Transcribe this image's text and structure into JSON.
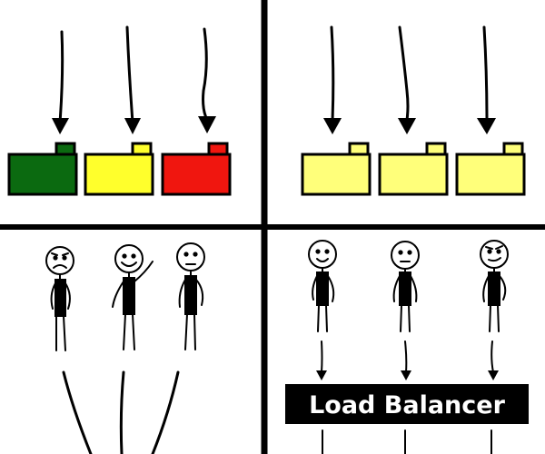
{
  "panels": {
    "top_left": {
      "folders": [
        {
          "fill": "#0b6a10",
          "tab_fill": "#0b6a10"
        },
        {
          "fill": "#ffff2c",
          "tab_fill": "#ffff2c"
        },
        {
          "fill": "#f0160f",
          "tab_fill": "#f0160f"
        }
      ]
    },
    "top_right": {
      "folders": [
        {
          "fill": "#ffff7a",
          "tab_fill": "#ffff7a"
        },
        {
          "fill": "#ffff7a",
          "tab_fill": "#ffff7a"
        },
        {
          "fill": "#ffff7a",
          "tab_fill": "#ffff7a"
        }
      ]
    },
    "bottom_left": {
      "people": [
        {
          "expression": "worried"
        },
        {
          "expression": "happy-waving"
        },
        {
          "expression": "neutral"
        }
      ]
    },
    "bottom_right": {
      "people": [
        {
          "expression": "smiling"
        },
        {
          "expression": "neutral"
        },
        {
          "expression": "smirking"
        }
      ],
      "load_balancer_label": "Load Balancer"
    }
  },
  "colors": {
    "ink": "#000000",
    "background": "#ffffff",
    "green_folder": "#0b6a10",
    "yellow_folder": "#ffff2c",
    "red_folder": "#f0160f",
    "pale_yellow_folder": "#ffff7a"
  }
}
